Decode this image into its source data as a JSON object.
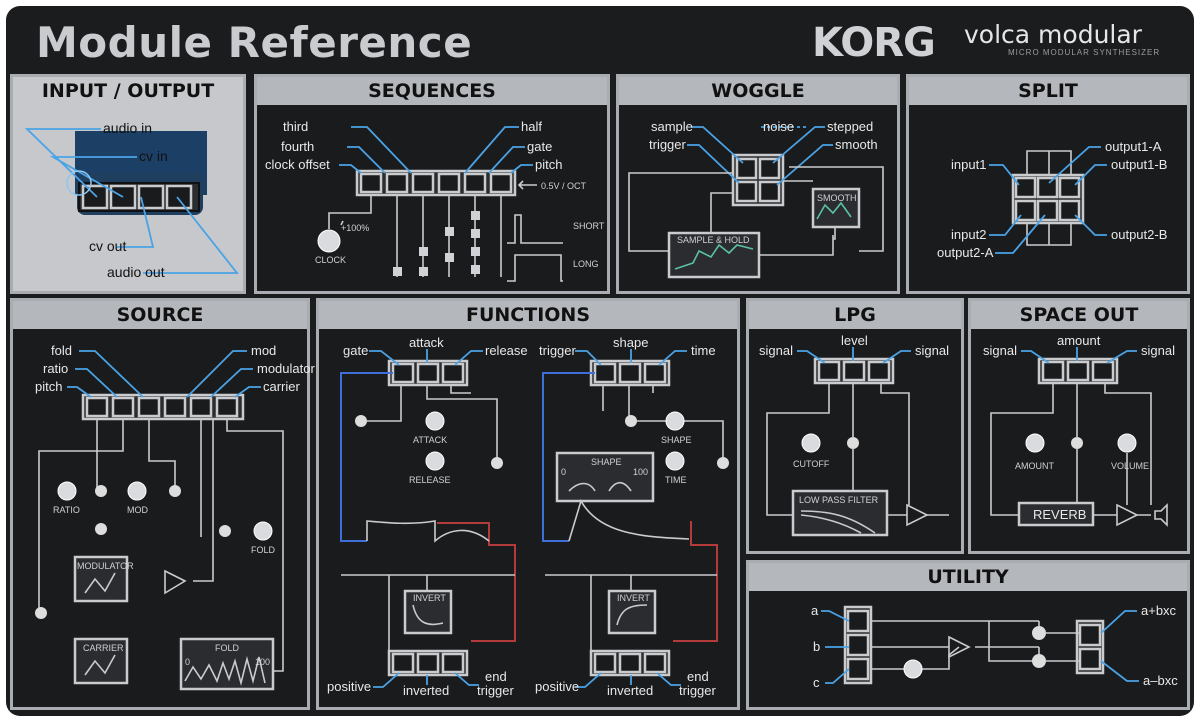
{
  "header": {
    "title": "Module Reference",
    "brand": "KORG",
    "product": "volca modular",
    "tagline": "MICRO MODULAR SYNTHESIZER"
  },
  "io": {
    "title": "INPUT / OUTPUT",
    "labels": [
      "audio in",
      "cv in",
      "cv out",
      "audio out"
    ]
  },
  "sequences": {
    "title": "SEQUENCES",
    "labels": [
      "third",
      "fourth",
      "clock offset",
      "half",
      "gate",
      "pitch",
      "0.5V / OCT",
      "+100%",
      "CLOCK",
      "SHORT",
      "LONG"
    ]
  },
  "woggle": {
    "title": "WOGGLE",
    "labels": [
      "sample",
      "trigger",
      "noise",
      "stepped",
      "smooth",
      "SMOOTH",
      "SAMPLE & HOLD"
    ]
  },
  "split": {
    "title": "SPLIT",
    "labels": [
      "input1",
      "input2",
      "output2-A",
      "output1-A",
      "output1-B",
      "output2-B"
    ]
  },
  "source": {
    "title": "SOURCE",
    "labels": [
      "fold",
      "ratio",
      "pitch",
      "mod",
      "modulator",
      "carrier",
      "RATIO",
      "MOD",
      "FOLD",
      "MODULATOR",
      "CARRIER",
      "FOLD",
      "0",
      "100"
    ]
  },
  "functions": {
    "title": "FUNCTIONS",
    "labels": [
      "gate",
      "attack",
      "release",
      "trigger",
      "shape",
      "time",
      "ATTACK",
      "RELEASE",
      "SHAPE",
      "SHAPE",
      "0",
      "100",
      "TIME",
      "INVERT",
      "INVERT",
      "positive",
      "inverted",
      "end",
      "trigger",
      "positive",
      "inverted",
      "end",
      "trigger"
    ]
  },
  "lpg": {
    "title": "LPG",
    "labels": [
      "signal",
      "level",
      "signal",
      "CUTOFF",
      "LOW PASS FILTER"
    ]
  },
  "spaceout": {
    "title": "SPACE OUT",
    "labels": [
      "signal",
      "amount",
      "signal",
      "AMOUNT",
      "VOLUME",
      "REVERB"
    ]
  },
  "utility": {
    "title": "UTILITY",
    "labels": [
      "a",
      "b",
      "c",
      "a+bxc",
      "a–bxc"
    ]
  }
}
